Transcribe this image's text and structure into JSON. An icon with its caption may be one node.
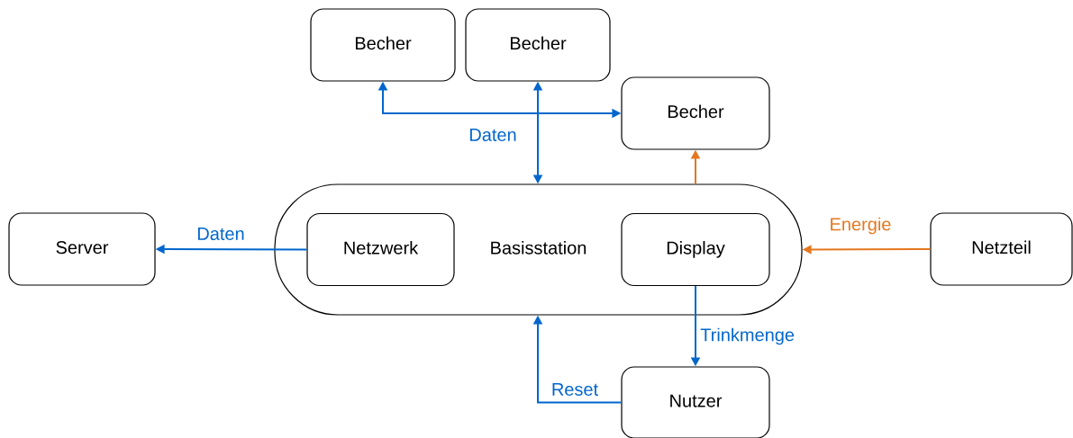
{
  "diagram": {
    "nodes": [
      {
        "text": [
          "Becher"
        ]
      },
      {
        "text": [
          "Becher"
        ]
      },
      {
        "text": [
          "Becher"
        ]
      },
      {
        "text": [
          "Basisstation"
        ]
      },
      {
        "text": [
          "Netzwerk"
        ],
        "in": 3
      },
      {
        "text": [
          "Display"
        ],
        "in": 3
      },
      {
        "text": [
          "Server"
        ]
      },
      {
        "text": [
          "Netzteil"
        ]
      },
      {
        "text": [
          "Nutzer"
        ]
      }
    ],
    "edges": [
      {
        "from": 0,
        "to": 2,
        "arrow": "both"
      },
      {
        "from": 1,
        "to": 3,
        "arrow": "both",
        "label": "Daten"
      },
      {
        "from": 3,
        "to": 2,
        "arrow": "to",
        "color": "#e5771e"
      },
      {
        "from": 4,
        "to": 6,
        "arrow": "to",
        "label": "Daten"
      },
      {
        "from": 7,
        "to": 3,
        "arrow": "to",
        "label": "Energie",
        "color": "#e5771e"
      },
      {
        "from": 5,
        "to": 8,
        "arrow": "to",
        "label": "Trinkmenge"
      },
      {
        "from": 8,
        "to": 3,
        "arrow": "to",
        "label": "Reset"
      }
    ]
  }
}
